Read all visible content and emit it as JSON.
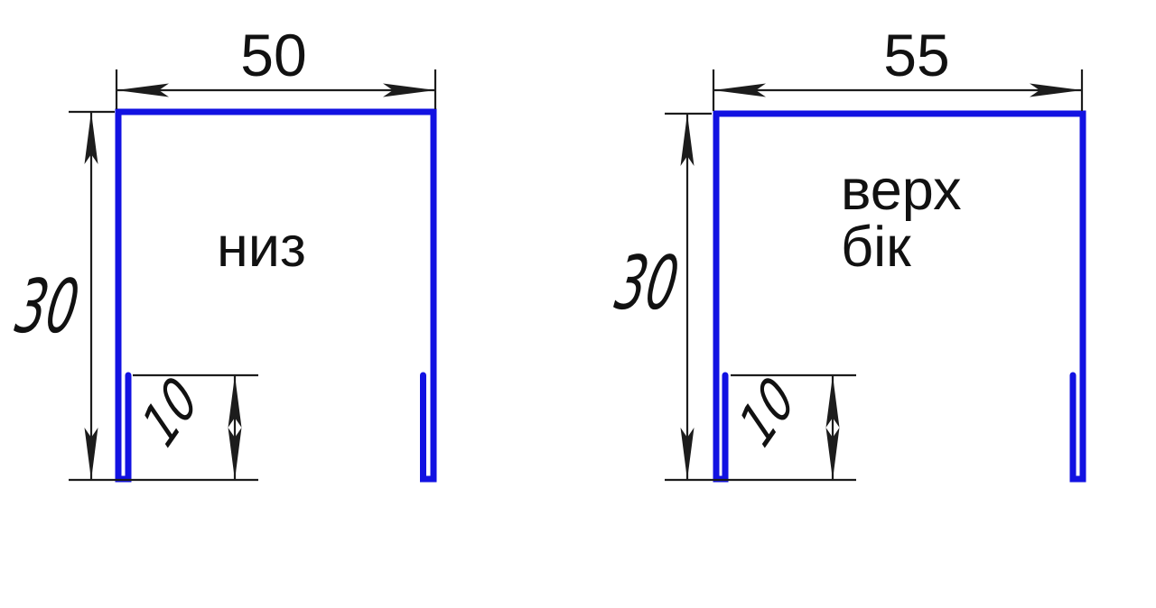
{
  "colors": {
    "profile_blue": "#1212e2",
    "line_black": "#1c1c1c",
    "text_black": "#111111",
    "background": "#ffffff"
  },
  "drawings": {
    "left": {
      "label": "низ",
      "width_dim": "50",
      "height_dim": "30",
      "lip_dim": "10"
    },
    "right": {
      "label_line1": "верх",
      "label_line2": "бік",
      "width_dim": "55",
      "height_dim": "30",
      "lip_dim": "10"
    }
  }
}
